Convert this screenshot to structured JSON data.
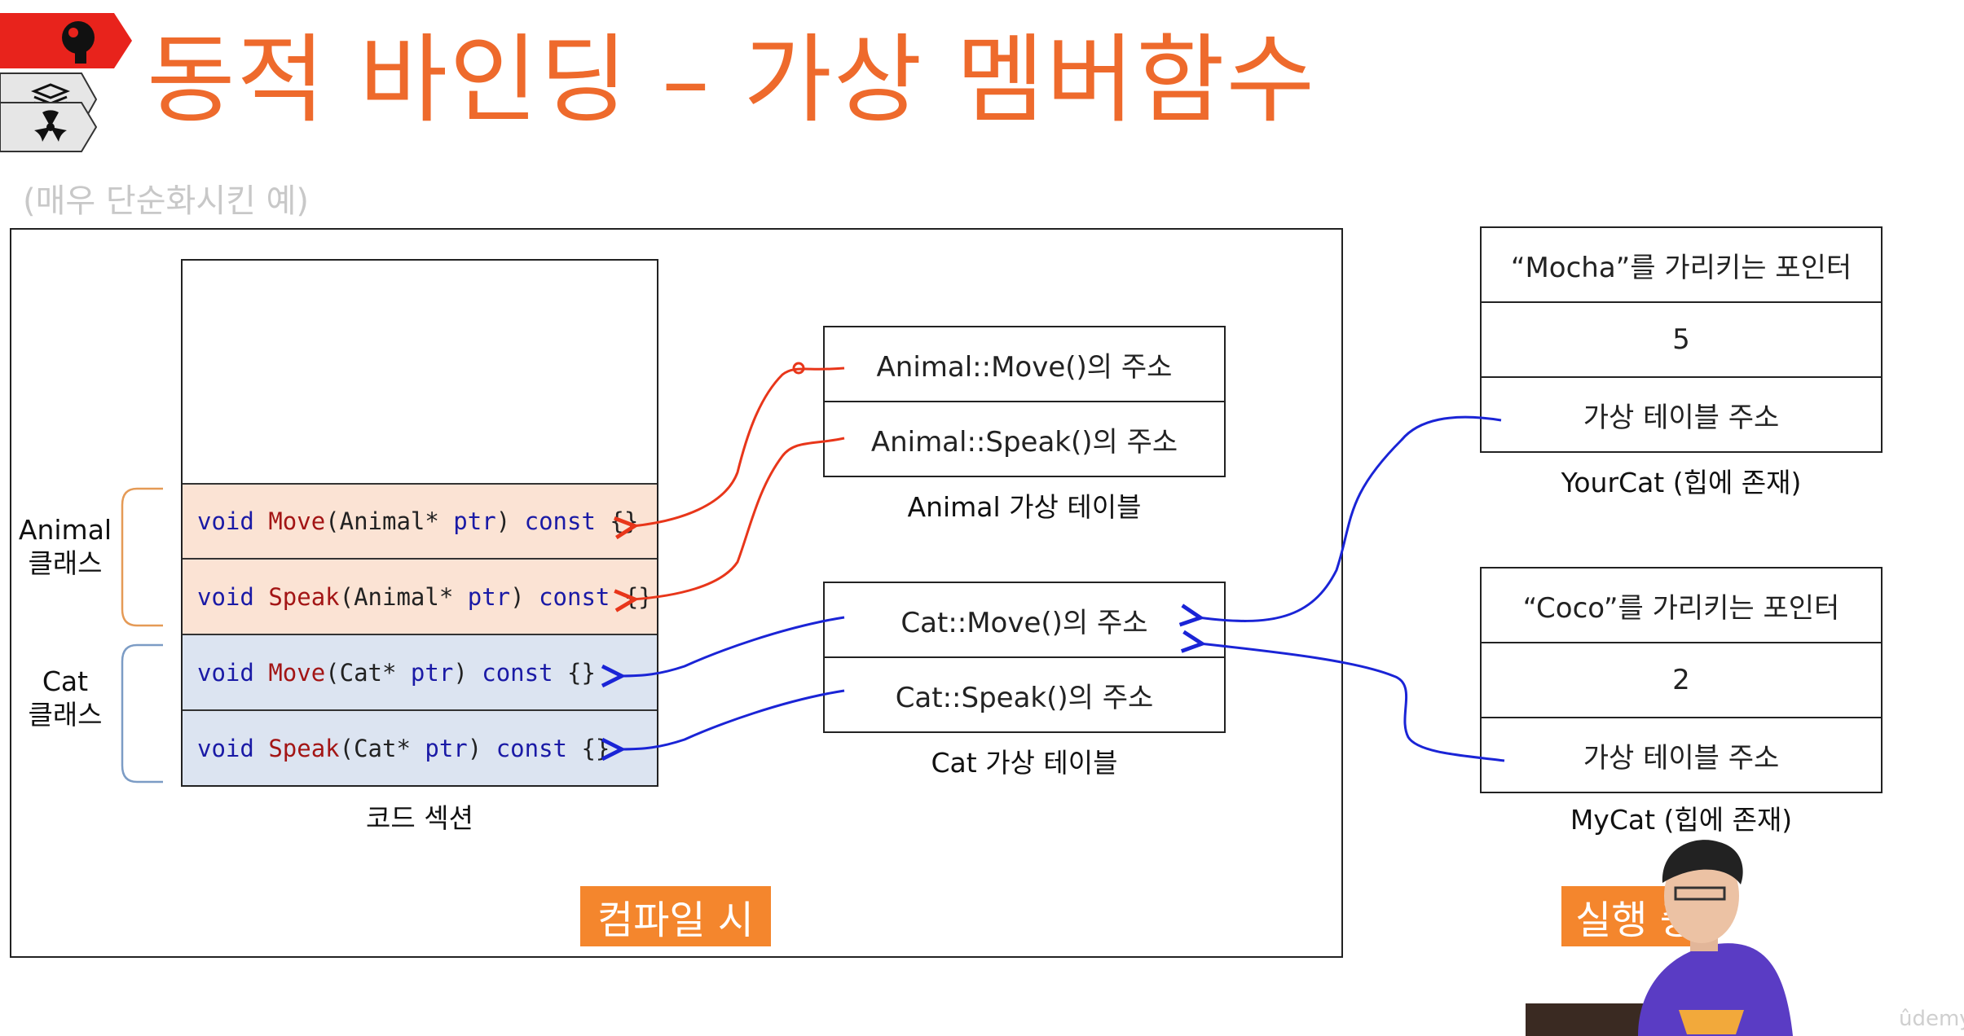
{
  "title": "동적 바인딩 – 가상 멤버함수",
  "subtitle": "(매우 단순화시킨 예)",
  "nav_icons": [
    "brain-icon",
    "books-icon",
    "radiation-icon"
  ],
  "code_section": {
    "caption": "코드 섹션",
    "rows": [
      {
        "kw1": "void ",
        "fn": "Move",
        "p1": "(Animal* ",
        "kw2": "ptr",
        "p2": ") ",
        "kw3": "const",
        "p3": " {}"
      },
      {
        "kw1": "void ",
        "fn": "Speak",
        "p1": "(Animal* ",
        "kw2": "ptr",
        "p2": ") ",
        "kw3": "const",
        "p3": " {}"
      },
      {
        "kw1": "void ",
        "fn": "Move",
        "p1": "(Cat* ",
        "kw2": "ptr",
        "p2": ") ",
        "kw3": "const",
        "p3": " {}"
      },
      {
        "kw1": "void ",
        "fn": "Speak",
        "p1": "(Cat* ",
        "kw2": "ptr",
        "p2": ") ",
        "kw3": "const",
        "p3": " {}"
      }
    ]
  },
  "class_labels": {
    "animal_line1": "Animal",
    "animal_line2": "클래스",
    "cat_line1": "Cat",
    "cat_line2": "클래스"
  },
  "animal_vtable": {
    "rows": [
      "Animal::Move()의 주소",
      "Animal::Speak()의 주소"
    ],
    "caption": "Animal 가상 테이블"
  },
  "cat_vtable": {
    "rows": [
      "Cat::Move()의 주소",
      "Cat::Speak()의 주소"
    ],
    "caption": "Cat 가상 테이블"
  },
  "yourcat": {
    "rows": [
      "“Mocha”를 가리키는 포인터",
      "5",
      "가상 테이블 주소"
    ],
    "caption": "YourCat (힙에 존재)"
  },
  "mycat": {
    "rows": [
      "“Coco”를 가리키는 포인터",
      "2",
      "가상 테이블 주소"
    ],
    "caption": "MyCat (힙에 존재)"
  },
  "badges": {
    "compile": "컴파일 시",
    "runtime": "실행 중"
  },
  "colors": {
    "title": "#ee6a2c",
    "animal_row_bg": "#fbe3d4",
    "cat_row_bg": "#dce4f1",
    "red_arrow": "#e8361a",
    "blue_arrow": "#1a24d6",
    "badge_bg": "#f4862d"
  },
  "watermark": "ûdemy"
}
